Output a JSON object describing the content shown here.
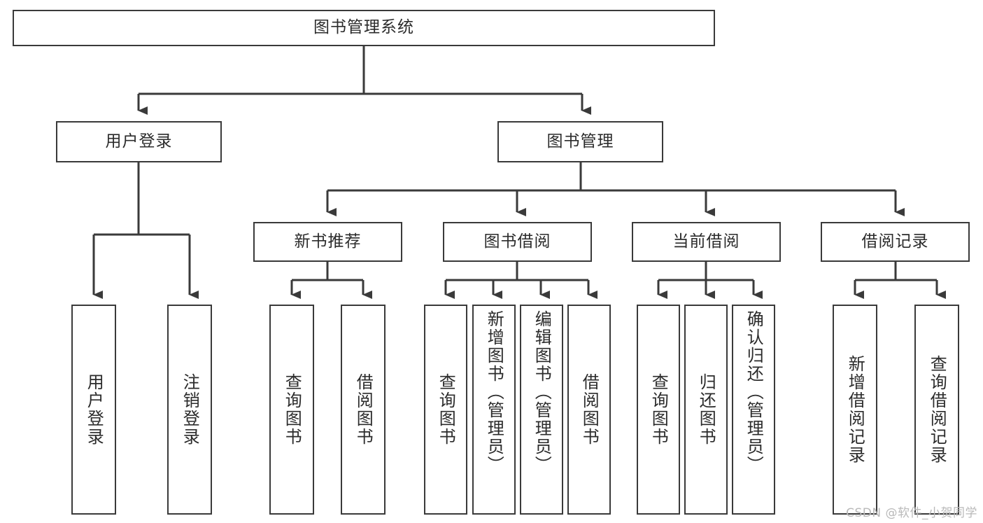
{
  "diagram": {
    "title": "图书管理系统",
    "type": "tree",
    "background": "#ffffff",
    "border_color": "#3a3a3a",
    "text_color": "#2b2b2b"
  },
  "root": {
    "label": "图书管理系统"
  },
  "level2": [
    {
      "label": "用户登录"
    },
    {
      "label": "图书管理"
    }
  ],
  "level3": [
    {
      "label": "新书推荐"
    },
    {
      "label": "图书借阅"
    },
    {
      "label": "当前借阅"
    },
    {
      "label": "借阅记录"
    }
  ],
  "leaves": {
    "user_login": [
      {
        "label": "用户登录"
      },
      {
        "label": "注销登录"
      }
    ],
    "new_book": [
      {
        "label": "查询图书"
      },
      {
        "label": "借阅图书"
      }
    ],
    "book_borrow": [
      {
        "label": "查询图书"
      },
      {
        "label": "新增图书（管理员）"
      },
      {
        "label": "编辑图书（管理员）"
      },
      {
        "label": "借阅图书"
      }
    ],
    "current_borrow": [
      {
        "label": "查询图书"
      },
      {
        "label": "归还图书"
      },
      {
        "label": "确认归还（管理员）"
      }
    ],
    "borrow_record": [
      {
        "label": "新增借阅记录"
      },
      {
        "label": "查询借阅记录"
      }
    ]
  },
  "watermark": {
    "text": "CSDN @软件_小贺同学"
  }
}
